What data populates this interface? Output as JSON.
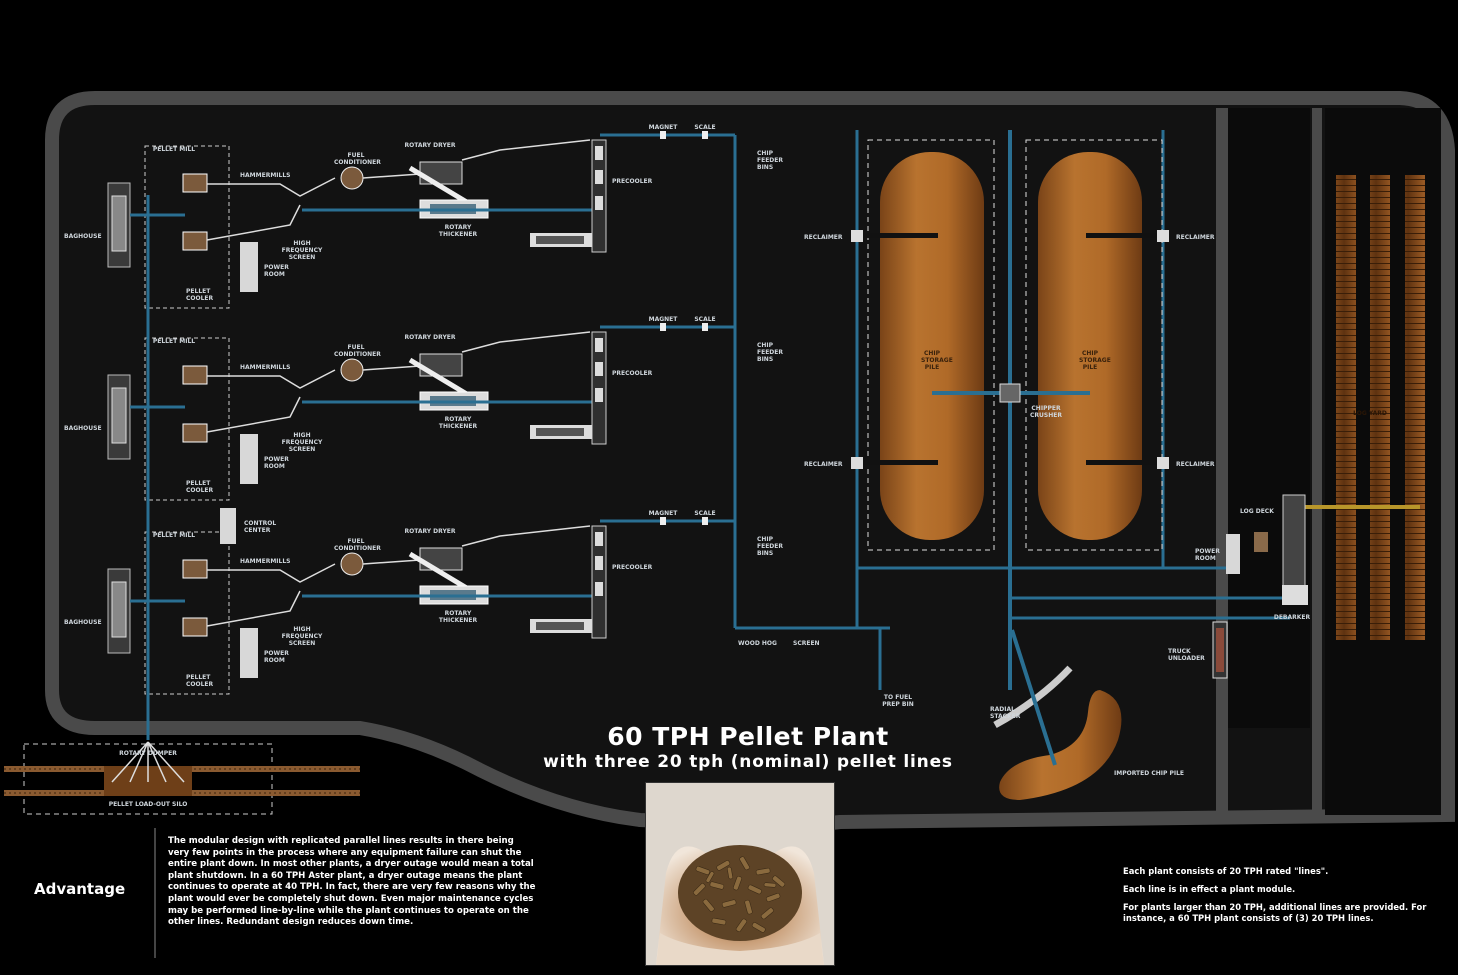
{
  "title": "60 TPH Pellet Plant",
  "subtitle": "with three 20 tph (nominal) pellet lines",
  "advantage": {
    "heading": "Advantage",
    "text": "The modular design with replicated parallel lines results in there being very few points in the process where any equipment failure can shut the entire plant down. In most other plants, a dryer outage would mean a total plant shutdown. In a 60 TPH Aster plant, a dryer outage means the plant continues to operate at 40 TPH. In fact, there are very few reasons why the plant would ever be completely shut down. Even major maintenance cycles may be performed line-by-line while the plant continues to operate on the other lines. Redundant design reduces down time."
  },
  "notes": [
    "Each plant consists of 20 TPH rated \"lines\".",
    "Each line is in effect a plant module.",
    "For plants larger than 20 TPH, additional lines are provided. For instance, a 60 TPH plant consists of (3) 20 TPH lines."
  ],
  "line_labels": {
    "baghouse": "BAGHOUSE",
    "pellet_cooler": "PELLET COOLER",
    "pellet_mill": "PELLET MILL",
    "hammermills": "HAMMERMILLS",
    "fuel_conditioner": "FUEL CONDITIONER",
    "rotary_dryer": "ROTARY DRYER",
    "rotary_thickener": "ROTARY THICKENER",
    "high_frequency_screen": "HIGH FREQUENCY SCREEN",
    "power_room": "POWER ROOM",
    "precooler": "PRECOOLER",
    "magnet": "MAGNET",
    "scale": "SCALE",
    "chip_feeder_bins": "CHIP FEEDER BINS"
  },
  "site_labels": {
    "control_center": "CONTROL CENTER",
    "reclaimer": "RECLAIMER",
    "chip_pile": "CHIP STORAGE PILE",
    "chipper": "CHIPPER CRUSHER",
    "log_deck": "LOG DECK",
    "log_yard": "LOG YARD",
    "power_room": "POWER ROOM",
    "debarker": "DEBARKER",
    "truck_unloader": "TRUCK UNLOADER",
    "screen": "SCREEN",
    "wood_hog": "WOOD HOG",
    "import_chip_pile": "IMPORTED CHIP PILE",
    "radial_stacker": "RADIAL STACKER",
    "pellet_load_out": "PELLET LOAD-OUT SILO",
    "rotary_dumper": "ROTARY DUMPER",
    "bark_fuel": "TO FUEL PREP BIN"
  },
  "colors": {
    "background": "#000000",
    "boundary": "#4a4a4a",
    "conveyor": "#2a6f92",
    "pile": "#a8642a",
    "wood": "#8a4f1e"
  },
  "icons": [
    "pellets-in-hands-photo"
  ]
}
